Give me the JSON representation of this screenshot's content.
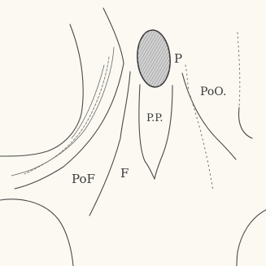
{
  "figure": {
    "labels": {
      "p": "P",
      "poo": "PoO.",
      "pp": "P.P.",
      "pof": "PoF",
      "f": "F"
    },
    "colors": {
      "paper": "#fbf9f2",
      "ink": "#4a4a4a",
      "hatch_fill": "#cfcfcf"
    }
  }
}
